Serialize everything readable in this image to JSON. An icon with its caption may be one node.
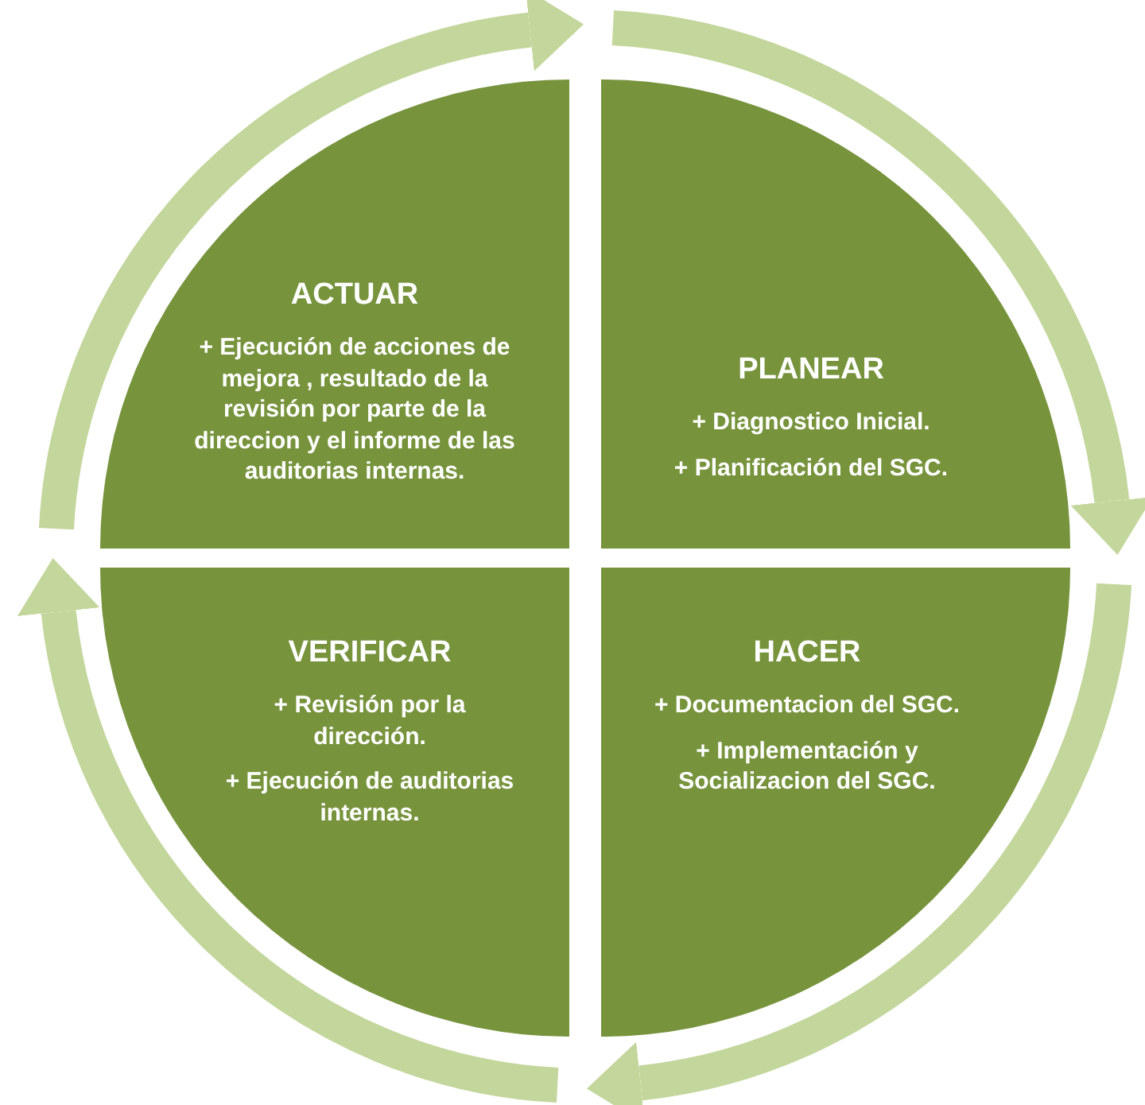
{
  "diagram": {
    "nodes": [
      {
        "text": [
          "ACTUAR",
          "+ Ejecución de acciones de mejora , resultado de la revisión por parte de la direccion y el informe de las auditorias internas."
        ]
      },
      {
        "text": [
          "PLANEAR",
          "+ Diagnostico Inicial.",
          "+ Planificación del SGC."
        ]
      },
      {
        "text": [
          "VERIFICAR",
          "+ Revisión por la dirección.",
          "+ Ejecución de auditorias internas."
        ]
      },
      {
        "text": [
          "HACER",
          "+ Documentacion del SGC.",
          "+ Implementación y Socializacion del SGC."
        ]
      }
    ]
  }
}
